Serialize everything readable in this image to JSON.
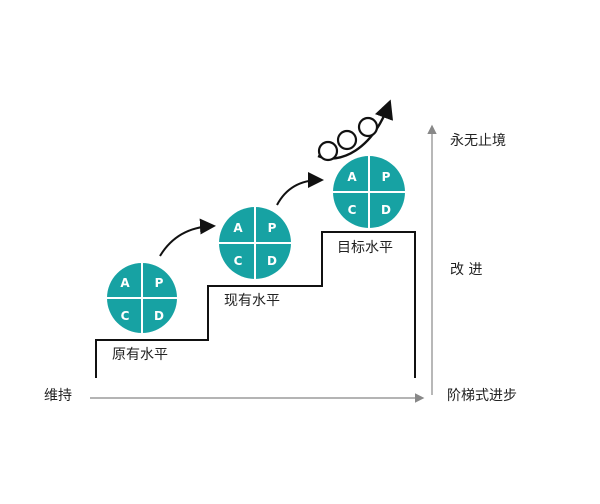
{
  "colors": {
    "circle_fill": "#17a2a3",
    "circle_divider": "#ffffff",
    "stair_line": "#111111",
    "axis_line": "#888888",
    "text": "#222222"
  },
  "stairs": {
    "levels": [
      {
        "label": "原有水平"
      },
      {
        "label": "现有水平"
      },
      {
        "label": "目标水平"
      }
    ]
  },
  "pdca": {
    "quadrants": [
      "A",
      "P",
      "C",
      "D"
    ]
  },
  "axes": {
    "horizontal_start_label": "维持",
    "horizontal_end_label": "阶梯式进步",
    "vertical_mid_label": "改  进",
    "vertical_top_label": "永无止境"
  },
  "icons": [
    "curved-arrow-icon",
    "rolling-balls-icon",
    "pdca-circle-icon"
  ]
}
